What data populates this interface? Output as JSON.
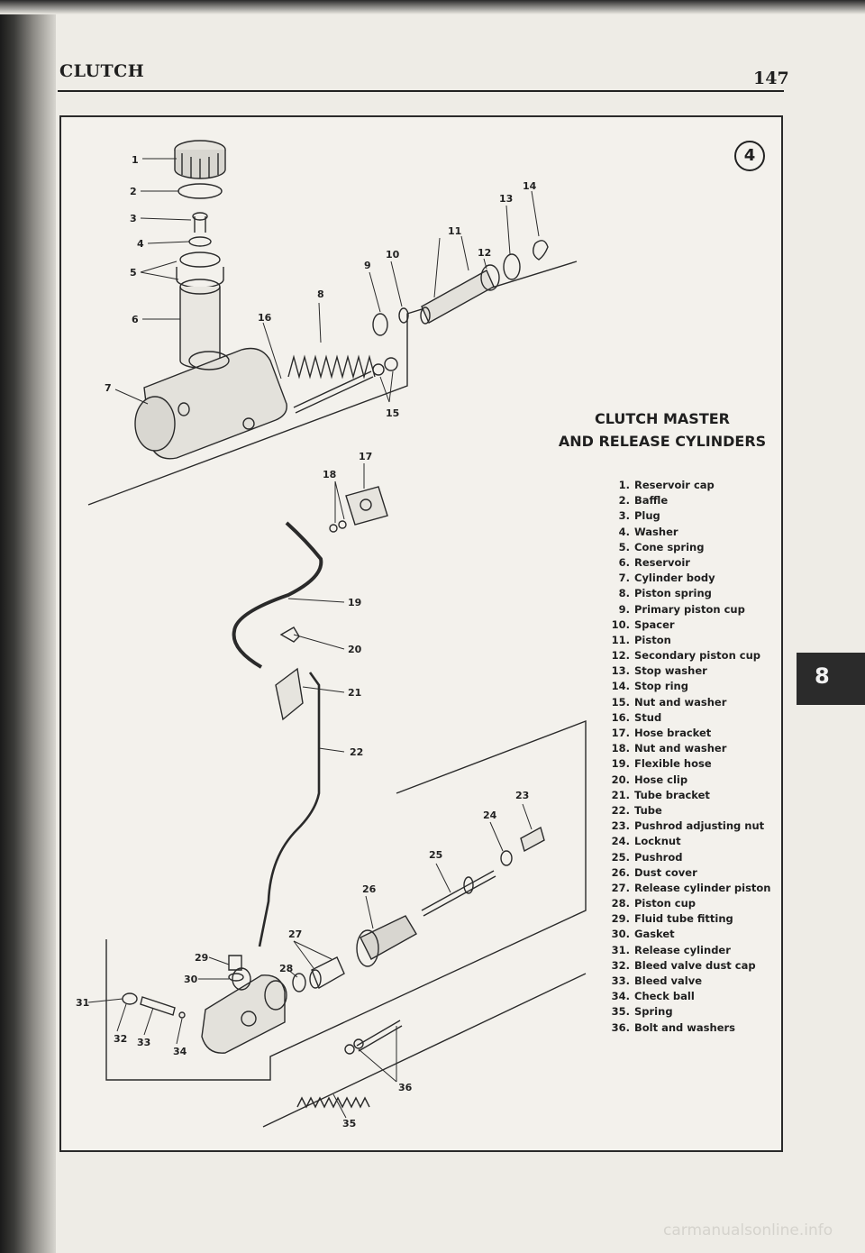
{
  "header": {
    "section_title": "CLUTCH",
    "page_number": "147"
  },
  "figure": {
    "number": "4",
    "title_line1": "CLUTCH MASTER",
    "title_line2": "AND RELEASE CYLINDERS",
    "callouts": [
      "1",
      "2",
      "3",
      "4",
      "5",
      "6",
      "7",
      "8",
      "9",
      "10",
      "11",
      "12",
      "13",
      "14",
      "15",
      "16",
      "17",
      "18",
      "19",
      "20",
      "21",
      "22",
      "23",
      "24",
      "25",
      "26",
      "27",
      "28",
      "29",
      "30",
      "31",
      "32",
      "33",
      "34",
      "35",
      "36"
    ],
    "legend": [
      {
        "num": "1.",
        "label": "Reservoir cap"
      },
      {
        "num": "2.",
        "label": "Baffle"
      },
      {
        "num": "3.",
        "label": "Plug"
      },
      {
        "num": "4.",
        "label": "Washer"
      },
      {
        "num": "5.",
        "label": "Cone spring"
      },
      {
        "num": "6.",
        "label": "Reservoir"
      },
      {
        "num": "7.",
        "label": "Cylinder body"
      },
      {
        "num": "8.",
        "label": "Piston spring"
      },
      {
        "num": "9.",
        "label": "Primary piston cup"
      },
      {
        "num": "10.",
        "label": "Spacer"
      },
      {
        "num": "11.",
        "label": "Piston"
      },
      {
        "num": "12.",
        "label": "Secondary piston cup"
      },
      {
        "num": "13.",
        "label": "Stop washer"
      },
      {
        "num": "14.",
        "label": "Stop ring"
      },
      {
        "num": "15.",
        "label": "Nut and washer"
      },
      {
        "num": "16.",
        "label": "Stud"
      },
      {
        "num": "17.",
        "label": "Hose bracket"
      },
      {
        "num": "18.",
        "label": "Nut and washer"
      },
      {
        "num": "19.",
        "label": "Flexible hose"
      },
      {
        "num": "20.",
        "label": "Hose clip"
      },
      {
        "num": "21.",
        "label": "Tube bracket"
      },
      {
        "num": "22.",
        "label": "Tube"
      },
      {
        "num": "23.",
        "label": "Pushrod adjusting nut"
      },
      {
        "num": "24.",
        "label": "Locknut"
      },
      {
        "num": "25.",
        "label": "Pushrod"
      },
      {
        "num": "26.",
        "label": "Dust cover"
      },
      {
        "num": "27.",
        "label": "Release cylinder piston"
      },
      {
        "num": "28.",
        "label": "Piston cup"
      },
      {
        "num": "29.",
        "label": "Fluid tube fitting"
      },
      {
        "num": "30.",
        "label": "Gasket"
      },
      {
        "num": "31.",
        "label": "Release cylinder"
      },
      {
        "num": "32.",
        "label": "Bleed valve dust cap"
      },
      {
        "num": "33.",
        "label": "Bleed valve"
      },
      {
        "num": "34.",
        "label": "Check ball"
      },
      {
        "num": "35.",
        "label": "Spring"
      },
      {
        "num": "36.",
        "label": "Bolt and washers"
      }
    ]
  },
  "side_tab": {
    "label": "8"
  },
  "watermark": "carmanualsonline.info"
}
